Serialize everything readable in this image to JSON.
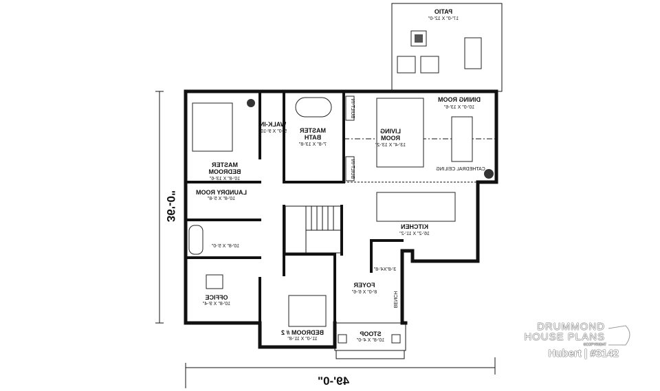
{
  "plan": {
    "overall_width": "49'-0\"",
    "overall_depth": "36'-0\"",
    "rooms": {
      "patio": {
        "name": "PATIO",
        "size": "17'-0\" X 12'-0\""
      },
      "dining": {
        "name": "DINING ROOM",
        "size": "10'-0\" X 13'-6\""
      },
      "living": {
        "name1": "LIVING",
        "name2": "ROOM",
        "size": "13'-4\" X 13'-2\""
      },
      "master_bath": {
        "name1": "MASTER",
        "name2": "BATH",
        "size": "7'-8\" X 13'-8\""
      },
      "walkin": {
        "name": "WALK-IN",
        "size": "5'-0\" X 9'-10\""
      },
      "master_bedroom": {
        "name1": "MASTER",
        "name2": "BEDROOM",
        "size": "10'-8\" X 13'-6\""
      },
      "laundry": {
        "name": "LAUNDRY ROOM",
        "size": "10'-8\" X 5'-8\""
      },
      "bath": {
        "size": "10'-8\" X 5'-0\""
      },
      "kitchen": {
        "name": "KITCHEN",
        "size": "16'-2\" X 11'-2\""
      },
      "closet": {
        "size": "3'-8\"X4'-8\""
      },
      "foyer": {
        "name": "FOYER",
        "size": "8'-0\" X 6'-6\""
      },
      "office": {
        "name": "OFFICE",
        "size": "10'-8\" X 9'-4\""
      },
      "bedroom2": {
        "name": "BEDROOM # 2",
        "size": "11'-0\" X 11'-8\""
      },
      "stoop": {
        "name": "STOOP",
        "size": "10'-8\" X 4'-0\""
      }
    },
    "notes": {
      "cathedral": "CATHEDRAL CEILING",
      "built_in": "BUILT-IN",
      "bench": "BENCH"
    }
  },
  "logo": {
    "line1": "DRUMMOND",
    "line2": "HOUSE PLANS",
    "copyright": "©COPYRIGHT",
    "model": "Hubert | #3142"
  }
}
